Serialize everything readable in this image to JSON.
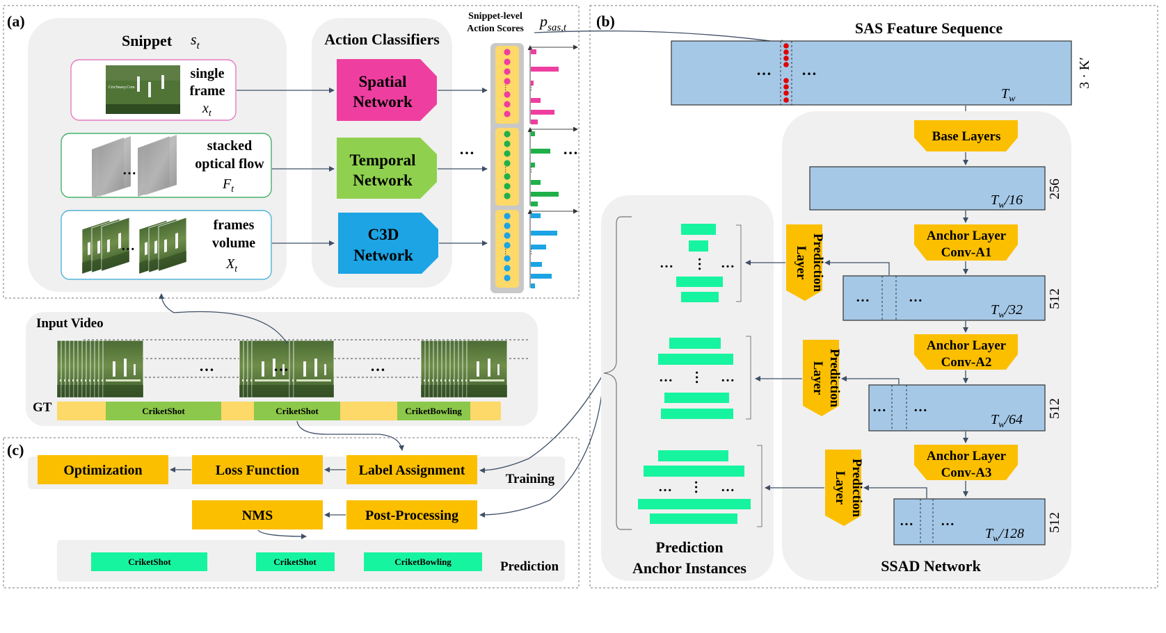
{
  "panels": {
    "a": "(a)",
    "b": "(b)",
    "c": "(c)"
  },
  "snippet": {
    "title": "Snippet",
    "symbol": "s",
    "symbol_sub": "t",
    "inputs": [
      {
        "line1": "single",
        "line2": "frame",
        "sym": "x",
        "sub": "t"
      },
      {
        "line1": "stacked",
        "line2": "optical flow",
        "sym": "F",
        "sub": "t"
      },
      {
        "line1": "frames",
        "line2": "volume",
        "sym": "X",
        "sub": "t"
      }
    ],
    "thumb_watermark": "CricSnazy.Com"
  },
  "classifiers": {
    "title": "Action Classifiers",
    "items": [
      {
        "line1": "Spatial",
        "line2": "Network",
        "color": "#ee3fa0"
      },
      {
        "line1": "Temporal",
        "line2": "Network",
        "color": "#8fd14f"
      },
      {
        "line1": "C3D",
        "line2": "Network",
        "color": "#1ca4e4"
      }
    ]
  },
  "scores": {
    "title_line1": "Snippet-level",
    "title_line2": "Action Scores",
    "p_symbol": "p",
    "p_sub": "sas,t",
    "colors": [
      "#ee3fa0",
      "#20b04a",
      "#1ca4e4"
    ],
    "bars": [
      [
        8,
        40,
        4,
        14,
        34,
        10
      ],
      [
        6,
        28,
        6,
        14,
        40,
        10
      ],
      [
        14,
        38,
        22,
        16,
        30,
        6
      ]
    ]
  },
  "input_video": {
    "title": "Input Video",
    "gt_label": "GT",
    "segments": [
      "CriketShot",
      "CriketShot",
      "CriketBowling"
    ]
  },
  "sas": {
    "title": "SAS Feature Sequence",
    "dim": "3 · K′",
    "length_sym": "T",
    "length_sub": "w"
  },
  "ssad": {
    "title": "SSAD Network",
    "base_label": "Base Layers",
    "layers": [
      {
        "line1": "Anchor Layer",
        "line2": "Conv-A1"
      },
      {
        "line1": "Anchor Layer",
        "line2": "Conv-A2"
      },
      {
        "line1": "Anchor Layer",
        "line2": "Conv-A3"
      }
    ],
    "maps": [
      {
        "dim": "256",
        "suffix": "/16"
      },
      {
        "dim": "512",
        "suffix": "/32"
      },
      {
        "dim": "512",
        "suffix": "/64"
      },
      {
        "dim": "512",
        "suffix": "/128"
      }
    ],
    "prediction_layer": {
      "line1": "Prediction",
      "line2": "Layer"
    }
  },
  "anchors": {
    "title_line1": "Prediction",
    "title_line2": "Anchor Instances"
  },
  "pipeline": {
    "training_label": "Training",
    "prediction_label": "Prediction",
    "optimization": "Optimization",
    "loss_function": "Loss Function",
    "label_assignment": "Label Assignment",
    "nms": "NMS",
    "post_processing": "Post-Processing",
    "predictions": [
      "CriketShot",
      "CriketShot",
      "CriketBowling"
    ]
  },
  "ellipsis": "…",
  "colors": {
    "orange": "#fbbf00",
    "feature_blue": "#a5c8e7",
    "anchor_green": "#17f4a0",
    "gt_yellow": "#fcd968",
    "gt_green": "#8cc84b",
    "panel_gray": "#f0f0f0"
  }
}
